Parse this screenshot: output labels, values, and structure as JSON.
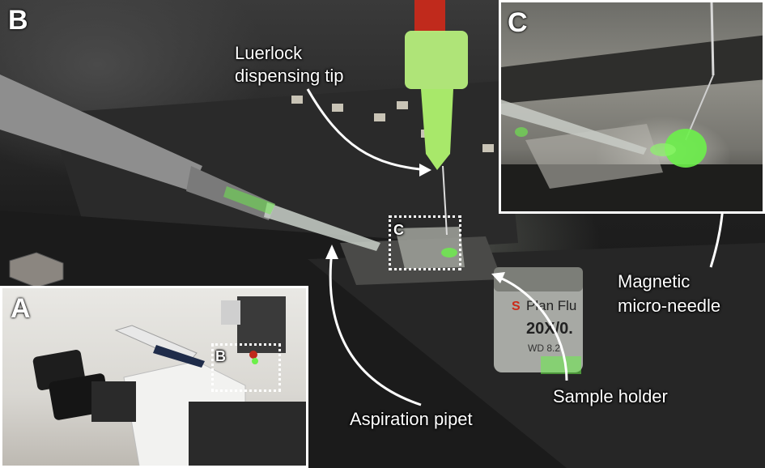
{
  "panels": {
    "b": {
      "letter": "B"
    },
    "a": {
      "letter": "A",
      "box_label": "B"
    },
    "c": {
      "letter": "C"
    },
    "c_box_label": "C"
  },
  "annotations": {
    "luerlock_line1": "Luerlock",
    "luerlock_line2": "dispensing tip",
    "magnetic_line1": "Magnetic",
    "magnetic_line2": "micro-needle",
    "sample_holder": "Sample holder",
    "aspiration_pipet": "Aspiration pipet"
  },
  "objective_text": {
    "brand_line": "Plan Flu",
    "mag_line": "20X/0.",
    "wd_line": "WD  8.2"
  },
  "colors": {
    "fluorescent_green": "#6cf04a",
    "dispensing_tip": "#a8e86a",
    "annotation": "#ffffff"
  }
}
